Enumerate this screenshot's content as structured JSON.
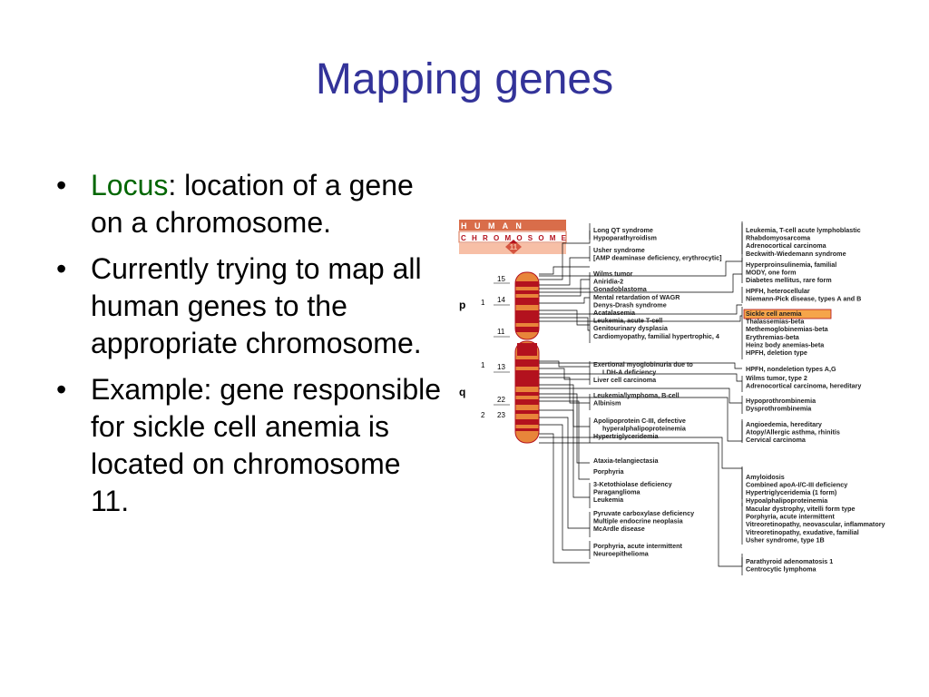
{
  "slide": {
    "title": "Mapping genes",
    "bullets": [
      {
        "term": "Locus",
        "text": ":  location of a gene on a chromosome."
      },
      {
        "text": "Currently trying to map all human genes to the appropriate chromosome."
      },
      {
        "text": "Example:  gene responsible for sickle cell anemia is located on chromosome 11."
      }
    ],
    "bullet_symbol": "•"
  },
  "diagram": {
    "header_top": "H U M A N",
    "header_bottom": "C H R O M O S O M E",
    "chromosome_number": "11",
    "arm_p": "p",
    "arm_q": "q",
    "region_labels": [
      "1",
      "1",
      "2"
    ],
    "band_labels": [
      "15",
      "14",
      "11",
      "13",
      "22",
      "23"
    ],
    "colors": {
      "header": "#d96d4a",
      "chromosome": "#e8853a",
      "band": "#b3121e",
      "highlight": "#f5a54a"
    },
    "left_groups": [
      [
        "Long QT syndrome",
        "Hypoparathyroidism"
      ],
      [
        "Usher syndrome",
        "[AMP deaminase deficiency, erythrocytic]"
      ],
      [
        "Wilms tumor",
        "Aniridia-2",
        "Gonadoblastoma",
        "Mental retardation of WAGR",
        "Denys-Drash syndrome",
        "Acatalasemia",
        "Leukemia, acute T-cell",
        "Genitourinary dysplasia",
        "Cardiomyopathy, familial hypertrophic, 4"
      ],
      [
        "Exertional myoglobinuria due to",
        "LDH-A deficiency",
        "Liver cell carcinoma"
      ],
      [
        "Leukemia/lymphoma, B-cell",
        "Albinism"
      ],
      [
        "Apolipoprotein C-III, defective",
        "hyperalphalipoproteinemia",
        "Hypertriglyceridemia"
      ],
      [
        "Ataxia-telangiectasia"
      ],
      [
        "Porphyria"
      ],
      [
        "3-Ketothiolase deficiency",
        "Paraganglioma",
        "Leukemia"
      ],
      [
        "Pyruvate carboxylase deficiency",
        "Multiple endocrine neoplasia",
        "McArdle disease"
      ],
      [
        "Porphyria, acute intermittent",
        "Neuroepithelioma"
      ]
    ],
    "right_groups": [
      [
        "Leukemia, T-cell acute lymphoblastic",
        "Rhabdomyosarcoma",
        "Adrenocortical carcinoma",
        "Beckwith-Wiedemann syndrome"
      ],
      [
        "Hyperproinsulinemia, familial",
        "MODY, one form",
        "Diabetes mellitus, rare form"
      ],
      [
        "HPFH, heterocellular",
        "Niemann-Pick disease, types A and B"
      ],
      [
        "Sickle cell anemia",
        "Thalassemias-beta",
        "Methemoglobinemias-beta",
        "Erythremias-beta",
        "Heinz body anemias-beta",
        "HPFH, deletion type"
      ],
      [
        "HPFH, nondeletion types A,G"
      ],
      [
        "Wilms tumor, type 2",
        "Adrenocortical carcinoma, hereditary"
      ],
      [
        "Hypoprothrombinemia",
        "Dysprothrombinemia"
      ],
      [
        "Angioedemia, hereditary",
        "Atopy/Allergic asthma, rhinitis",
        "Cervical carcinoma"
      ],
      [
        "Amyloidosis",
        "Combined apoA-I/C-III deficiency",
        "Hypertriglyceridemia (1 form)",
        "Hypoalphalipoproteinemia"
      ],
      [
        "Macular dystrophy, vitelli form type",
        "Porphyria, acute intermittent",
        "Vitreoretinopathy, neovascular, inflammatory",
        "Vitreoretinopathy, exudative, familial",
        "Usher syndrome, type 1B"
      ],
      [
        "Parathyroid adenomatosis 1",
        "Centrocytic lymphoma"
      ]
    ]
  }
}
